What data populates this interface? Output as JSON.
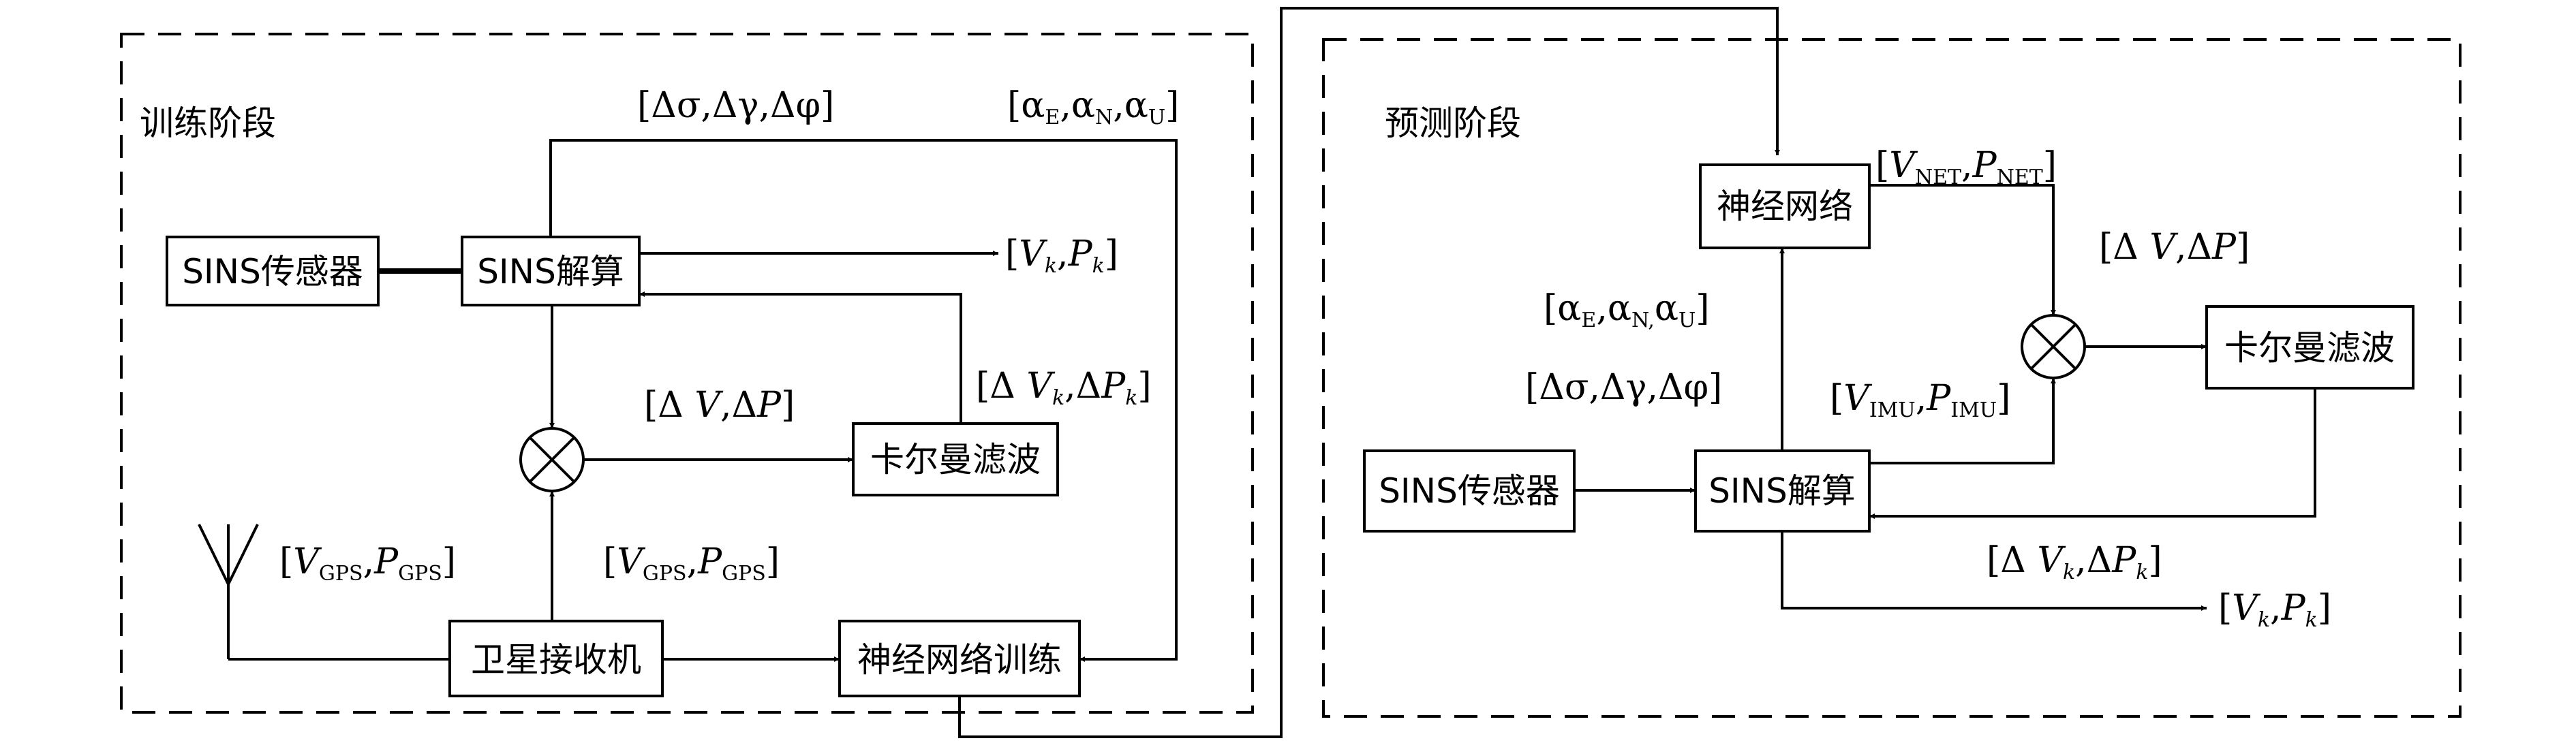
{
  "training": {
    "stage_label": "训练阶段",
    "sins_sensor": "SINS传感器",
    "sins_solve": "SINS解算",
    "kalman": "卡尔曼滤波",
    "satellite_receiver": "卫星接收机",
    "nn_training": "神经网络训练",
    "attitude_error_label": "[Δσ,Δγ,Δφ]",
    "alpha_label": "[αE,αN,αU]",
    "vk_pk_label": "[Vk,Pk]",
    "dv_dp_label": "[ΔV,ΔP]",
    "dvk_dpk_label": "[ΔVk,ΔPk]",
    "gps_antenna_label": "[VGPS,PGPS]",
    "gps_to_mixer_label": "[VGPS,PGPS]"
  },
  "prediction": {
    "stage_label": "预测阶段",
    "neural_network": "神经网络",
    "sins_sensor": "SINS传感器",
    "sins_solve": "SINS解算",
    "kalman": "卡尔曼滤波",
    "net_label": "[VNET,PNET]",
    "dv_dp_label": "[ΔV,ΔP]",
    "alpha_label": "[αE,αN,αU]",
    "attitude_error_label": "[Δσ,Δγ,Δφ]",
    "imu_label": "[VIMU,PIMU]",
    "dvk_dpk_label": "[ΔVk,ΔPk]",
    "vk_pk_label": "[Vk,Pk]"
  }
}
